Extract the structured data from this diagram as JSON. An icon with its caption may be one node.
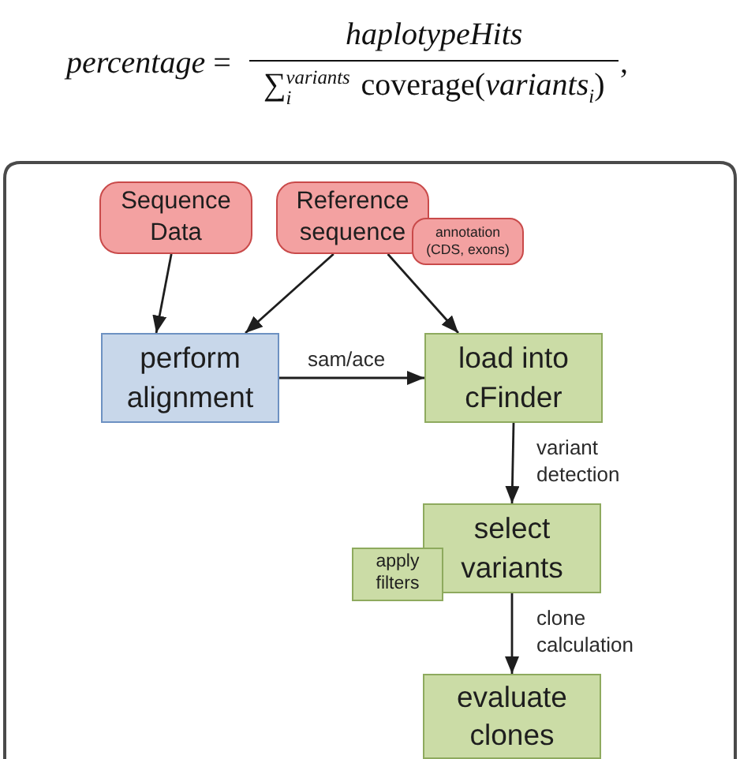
{
  "diagram": {
    "nodes": [
      {
        "text": [
          "Sequence Data"
        ]
      },
      {
        "text": [
          "Reference sequence"
        ]
      },
      {
        "text": [
          "annotation (CDS, exons)"
        ]
      },
      {
        "text": [
          "perform alignment"
        ]
      },
      {
        "text": [
          "load into cFinder"
        ]
      },
      {
        "text": [
          "select variants"
        ]
      },
      {
        "text": [
          "apply filters"
        ]
      },
      {
        "text": [
          "evaluate clones"
        ]
      }
    ],
    "edges": [
      {
        "from": 0,
        "to": 3,
        "arrow": "to"
      },
      {
        "from": 1,
        "to": 3,
        "arrow": "to"
      },
      {
        "from": 1,
        "to": 4,
        "arrow": "to"
      },
      {
        "from": 3,
        "to": 4,
        "arrow": "to",
        "label": "sam/ace"
      },
      {
        "from": 4,
        "to": 5,
        "arrow": "to",
        "label": "variant detection"
      },
      {
        "from": 5,
        "to": 7,
        "arrow": "to",
        "label": "clone calculation"
      }
    ],
    "labels": [
      "*percentage* =",
      "haplotypeHits",
      "∑$_{i}$$^{variants}$ coverage(*variants*$_{i}$)",
      ","
    ]
  }
}
